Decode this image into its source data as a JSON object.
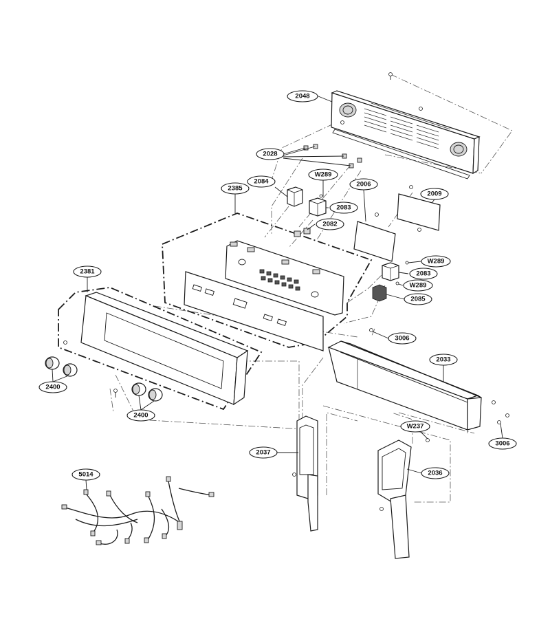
{
  "labels": {
    "l2048": "2048",
    "l2028": "2028",
    "l2084": "2084",
    "lW289a": "W289",
    "l2006": "2006",
    "l2009": "2009",
    "l2385": "2385",
    "l2083a": "2083",
    "l2082": "2082",
    "lW289b": "W289",
    "l2083b": "2083",
    "lW289c": "W289",
    "l2085": "2085",
    "l2381": "2381",
    "l3006a": "3006",
    "l2033": "2033",
    "l2400a": "2400",
    "l2400b": "2400",
    "lW237": "W237",
    "l3006b": "3006",
    "l2037": "2037",
    "l2036": "2036",
    "l5014": "5014"
  }
}
